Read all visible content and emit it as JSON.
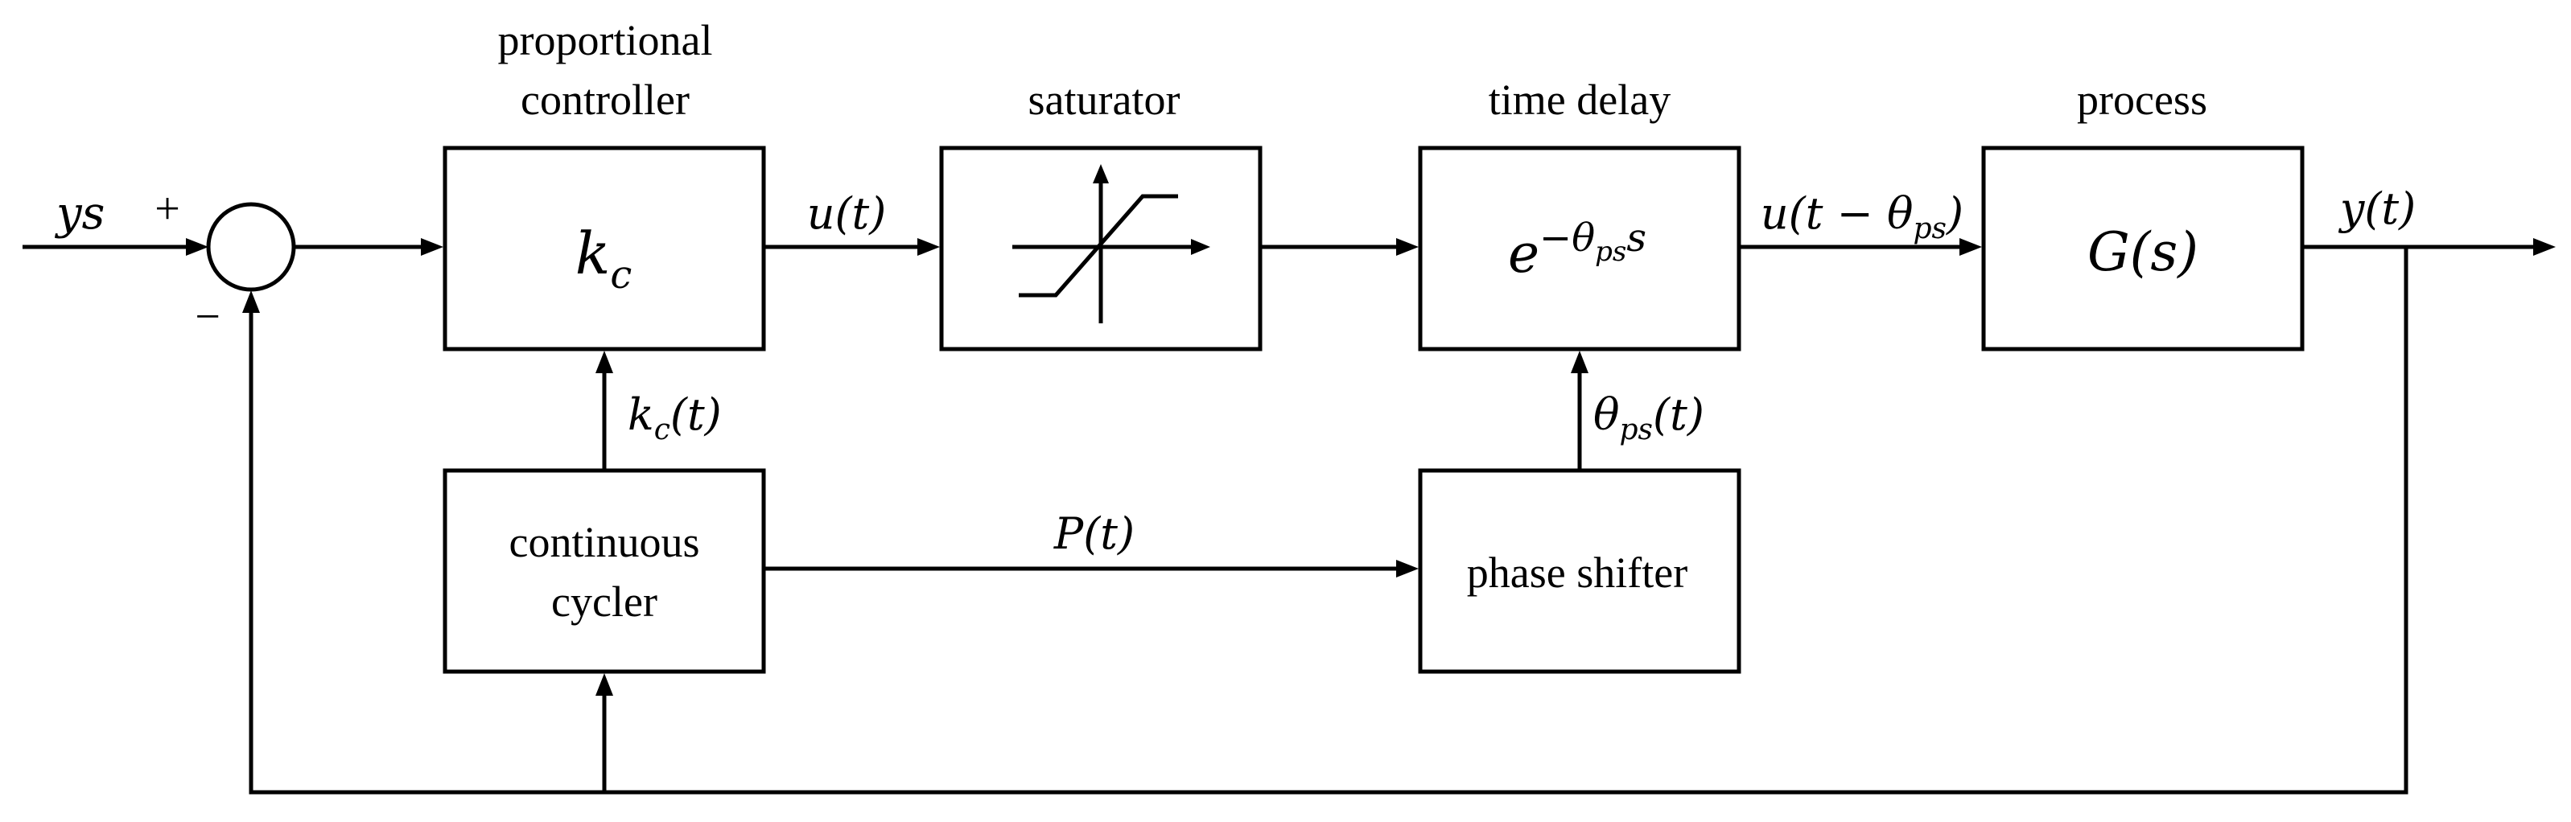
{
  "diagram": {
    "blocks": {
      "controller": {
        "title_line1": "proportional",
        "title_line2": "controller",
        "body_main": "k",
        "body_sub": "c"
      },
      "saturator": {
        "title": "saturator"
      },
      "delay": {
        "title": "time delay",
        "body_base": "e",
        "body_exp": "−θ",
        "body_exp_sub": "ps",
        "body_exp_tail": "s"
      },
      "process": {
        "title": "process",
        "body": "G(s)"
      },
      "cycler": {
        "line1": "continuous",
        "line2": "cycler"
      },
      "shifter": {
        "text": "phase shifter"
      }
    },
    "signals": {
      "setpoint": "ys",
      "plus": "+",
      "minus": "−",
      "u": "u(t)",
      "u_delayed_pre": "u(t − θ",
      "u_delayed_sub": "ps",
      "u_delayed_post": ")",
      "y": "y(t)",
      "kc_main": "k",
      "kc_sub": "c",
      "kc_tail": "(t)",
      "theta_main": "θ",
      "theta_sub": "ps",
      "theta_tail": "(t)",
      "period": "P(t)"
    }
  }
}
